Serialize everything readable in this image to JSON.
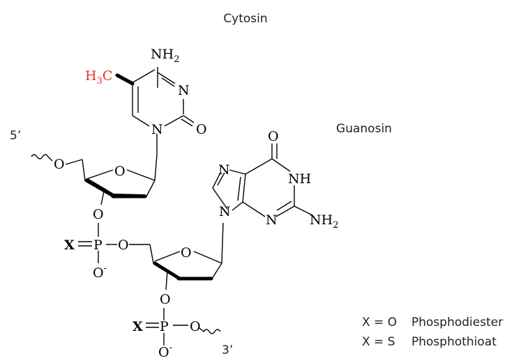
{
  "titles": {
    "cytosin": "Cytosin",
    "guanosin": "Guanosin"
  },
  "ends": {
    "five_prime": "5’",
    "three_prime": "3’"
  },
  "cytosine": {
    "methyl_main": "H",
    "methyl_sub": "3",
    "methyl_tail": "C",
    "methyl_color": "#e8321e",
    "amino_main": "NH",
    "amino_sub": "2",
    "ring_n3": "N",
    "ring_n1": "N",
    "carbonyl_o": "O"
  },
  "sugar1": {
    "o5": "O",
    "ring_o": "O",
    "o3": "O"
  },
  "phosphate1": {
    "x": "X",
    "p": "P",
    "o_right": "O",
    "o_minus": "O",
    "minus": "-"
  },
  "sugar2": {
    "ring_o": "O",
    "o3": "O"
  },
  "guanine": {
    "n7": "N",
    "n9": "N",
    "n3": "N",
    "n1h": "NH",
    "carbonyl_o": "O",
    "amino_main": "NH",
    "amino_sub": "2"
  },
  "phosphate2": {
    "x": "X",
    "p": "P",
    "o_right": "O",
    "o_minus": "O",
    "minus": "-"
  },
  "legend": {
    "row1_x": "X = O",
    "row1_name": "Phosphodiester",
    "row2_x": "X = S",
    "row2_name": "Phosphothioat"
  }
}
